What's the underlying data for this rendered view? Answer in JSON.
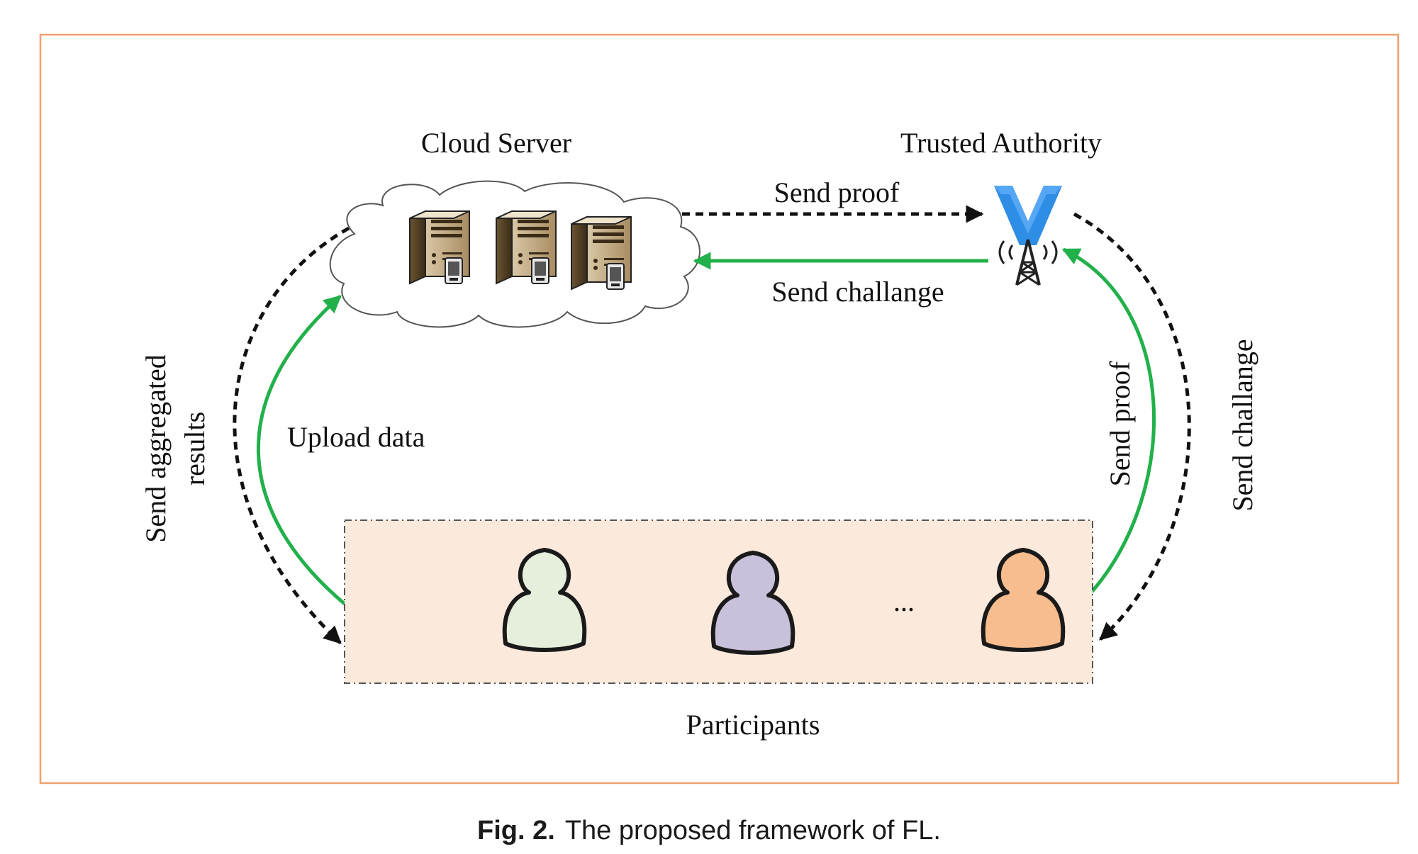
{
  "labels": {
    "cloud_server": "Cloud Server",
    "trusted_authority": "Trusted Authority",
    "send_proof_top": "Send proof",
    "send_challenge_top": "Send challange",
    "upload_data": "Upload data",
    "send_aggregated_line1": "Send aggregated",
    "send_aggregated_line2": "results",
    "send_proof_right": "Send proof",
    "send_challenge_right": "Send challange",
    "ellipsis": "...",
    "participants": "Participants"
  },
  "caption": {
    "prefix": "Fig. 2.",
    "text": "The proposed framework of FL."
  },
  "icons": {
    "servers": "server-icon",
    "authority": "radio-tower-icon",
    "participants": "person-icon"
  },
  "colors": {
    "frame": "#f0a070",
    "green_arrow": "#22b04b",
    "dashed_arrow": "#111111",
    "participants_box": "#fbe9dc",
    "participant_1": "#e6efdb",
    "participant_2": "#c9c0dc",
    "participant_3": "#f7bd8e",
    "authority_v": "#2e8ee6"
  }
}
